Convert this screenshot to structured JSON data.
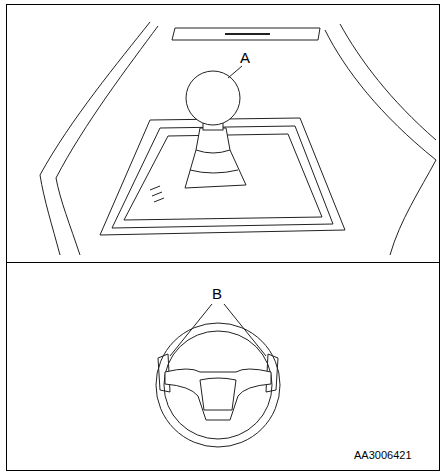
{
  "diagram": {
    "labels": [
      "A",
      "B",
      "AA3006421"
    ]
  }
}
